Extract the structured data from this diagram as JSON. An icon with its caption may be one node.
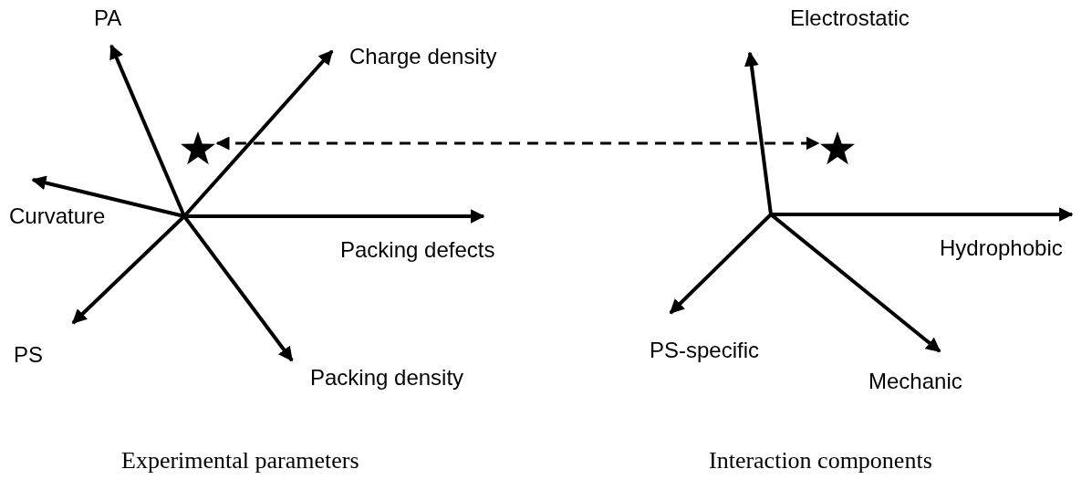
{
  "diagram": {
    "nodes": [
      {
        "text": [],
        "shape": "star"
      },
      {
        "text": [],
        "shape": "star"
      }
    ],
    "edges": [
      {
        "from": 0,
        "to": 1,
        "arrow": "both",
        "style": "dashed"
      }
    ],
    "labels": [
      "PA",
      "Charge density",
      "Curvature",
      "Packing defects",
      "PS",
      "Packing density",
      "Electrostatic",
      "Hydrophobic",
      "PS-specific",
      "Mechanic",
      "Experimental parameters",
      "Interaction components"
    ]
  }
}
